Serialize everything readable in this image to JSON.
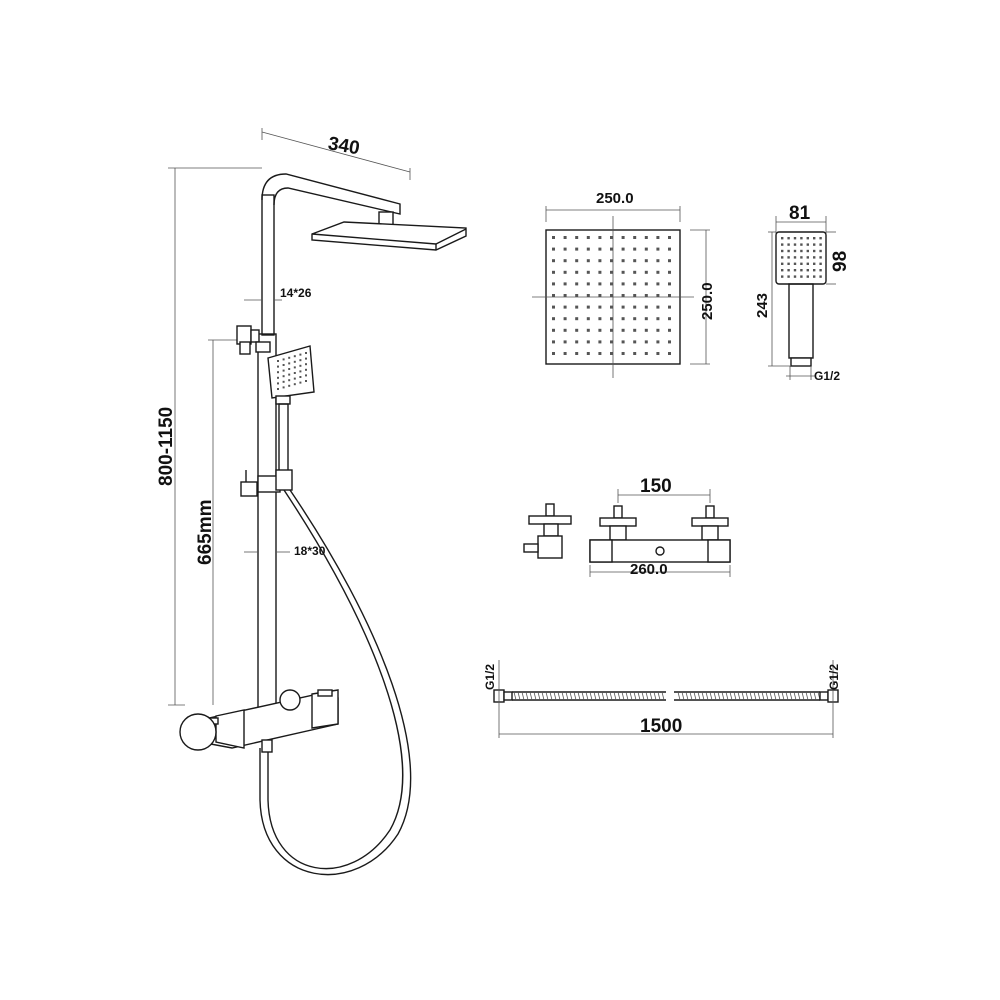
{
  "dimensions": {
    "arm_length": "340",
    "riser_small": "14*26",
    "riser_large": "18*30",
    "height_range": "800-1150",
    "rail_length": "665mm",
    "head_width": "250.0",
    "head_depth": "250.0",
    "handset_width": "81",
    "handset_head": "98",
    "handset_length": "243",
    "handset_thread": "G1/2",
    "inlet_spacing": "150",
    "valve_width": "260.0",
    "hose_length": "1500",
    "hose_thread_left": "G1/2",
    "hose_thread_right": "G1/2"
  },
  "colors": {
    "line": "#1a1a1a",
    "background": "#ffffff"
  }
}
